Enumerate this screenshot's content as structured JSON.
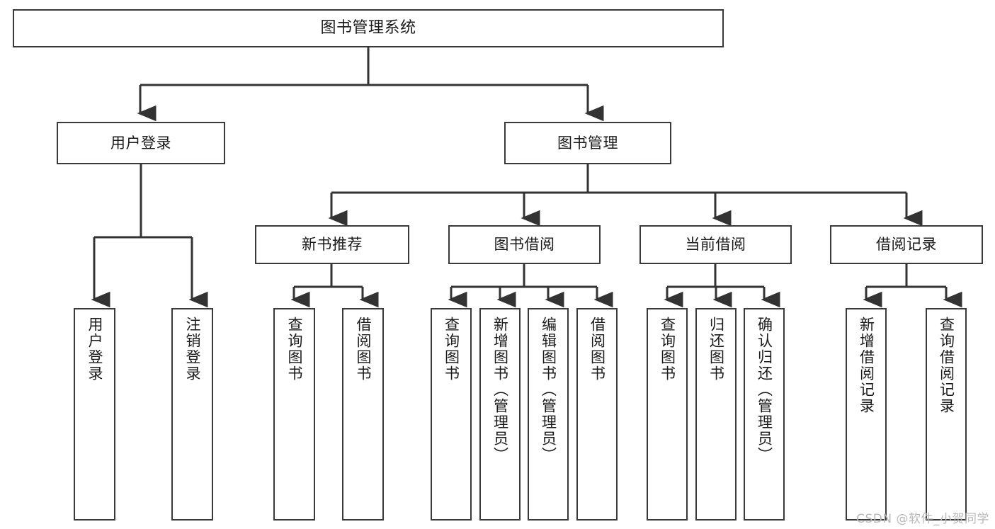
{
  "diagram": {
    "title": "图书管理系统",
    "type": "hierarchy-tree",
    "colors": {
      "box_border": "#3a3a3a",
      "box_fill": "#ffffff",
      "edge": "#333333",
      "text": "#1a1a1a",
      "watermark": "#b9b9b9",
      "background": "#ffffff"
    },
    "watermark": "CSDN @软件_小贺同学"
  },
  "nodes": {
    "root": {
      "label": "图书管理系统",
      "orientation": "horizontal"
    },
    "level2": [
      {
        "id": "user-login",
        "label": "用户登录",
        "orientation": "horizontal"
      },
      {
        "id": "book-management",
        "label": "图书管理",
        "orientation": "horizontal"
      }
    ],
    "level3": [
      {
        "id": "new-book-recommend",
        "label": "新书推荐",
        "orientation": "horizontal"
      },
      {
        "id": "book-borrow",
        "label": "图书借阅",
        "orientation": "horizontal"
      },
      {
        "id": "current-borrow",
        "label": "当前借阅",
        "orientation": "horizontal"
      },
      {
        "id": "borrow-record",
        "label": "借阅记录",
        "orientation": "horizontal"
      }
    ],
    "leaves": {
      "user-login": [
        {
          "id": "leaf-user-login",
          "label": "用户登录",
          "orientation": "vertical"
        },
        {
          "id": "leaf-logout-login",
          "label": "注销登录",
          "orientation": "vertical"
        }
      ],
      "new-book-recommend": [
        {
          "id": "leaf-query-book-1",
          "label": "查询图书",
          "orientation": "vertical"
        },
        {
          "id": "leaf-borrow-book-1",
          "label": "借阅图书",
          "orientation": "vertical"
        }
      ],
      "book-borrow": [
        {
          "id": "leaf-query-book-2",
          "label": "查询图书",
          "orientation": "vertical"
        },
        {
          "id": "leaf-add-book-admin",
          "label": "新增图书（管理员）",
          "orientation": "vertical"
        },
        {
          "id": "leaf-edit-book-admin",
          "label": "编辑图书（管理员）",
          "orientation": "vertical"
        },
        {
          "id": "leaf-borrow-book-2",
          "label": "借阅图书",
          "orientation": "vertical"
        }
      ],
      "current-borrow": [
        {
          "id": "leaf-query-book-3",
          "label": "查询图书",
          "orientation": "vertical"
        },
        {
          "id": "leaf-return-book",
          "label": "归还图书",
          "orientation": "vertical"
        },
        {
          "id": "leaf-confirm-return-admin",
          "label": "确认归还（管理员）",
          "orientation": "vertical"
        }
      ],
      "borrow-record": [
        {
          "id": "leaf-add-borrow-record",
          "label": "新增借阅记录",
          "orientation": "vertical"
        },
        {
          "id": "leaf-query-borrow-record",
          "label": "查询借阅记录",
          "orientation": "vertical"
        }
      ]
    }
  }
}
